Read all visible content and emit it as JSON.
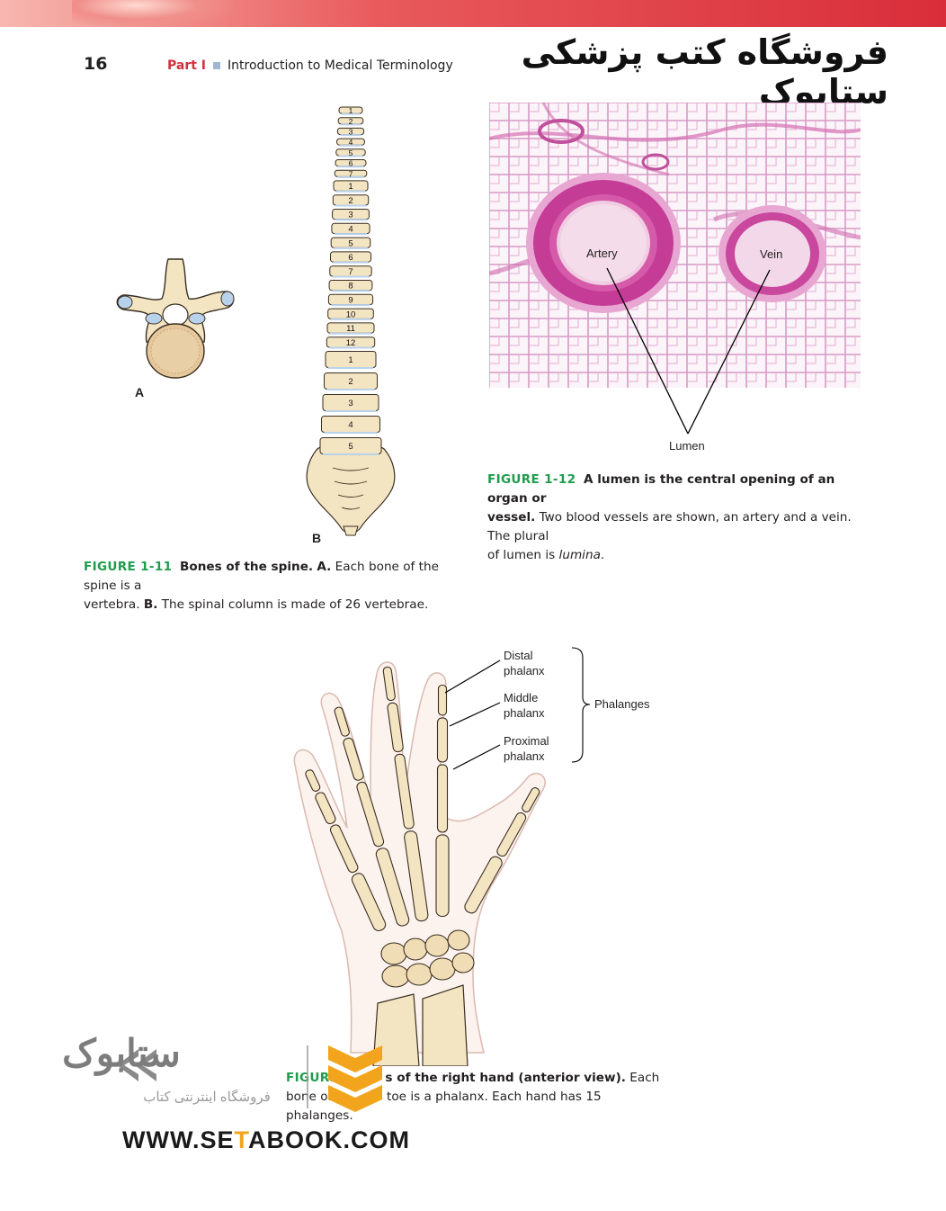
{
  "header": {
    "page_number": "16",
    "part": "Part I",
    "section": "Introduction to Medical Terminology",
    "store_title": "فروشگاه کتب پزشکی ستابوک"
  },
  "fig_1_11": {
    "label_a": "A",
    "label_b": "B",
    "vertebra_numbers": [
      "1",
      "2",
      "3",
      "4",
      "5",
      "6",
      "7",
      "1",
      "2",
      "3",
      "4",
      "5",
      "6",
      "7",
      "8",
      "9",
      "10",
      "11",
      "12",
      "1",
      "2",
      "3",
      "4",
      "5"
    ],
    "caption_num": "FIGURE 1-11",
    "caption_title": "Bones of the spine.",
    "caption_line1_a": "A.",
    "caption_line1_b": " Each bone of the spine is a",
    "caption_line2_a": "vertebra.",
    "caption_line2_b": "B.",
    "caption_line2_c": " The spinal column is made of 26 vertebrae."
  },
  "fig_1_12": {
    "artery_label": "Artery",
    "vein_label": "Vein",
    "lumen_label": "Lumen",
    "caption_num": "FIGURE 1-12",
    "caption_title_1": "A lumen is the central opening of an organ or",
    "caption_title_2": "vessel.",
    "caption_text_1": " Two blood vessels are shown, an artery and a vein. The plural",
    "caption_text_2a": "of lumen is ",
    "caption_text_2b": "lumina",
    "caption_text_2c": "."
  },
  "fig_1_13": {
    "distal_1": "Distal",
    "distal_2": "phalanx",
    "middle_1": "Middle",
    "middle_2": "phalanx",
    "proximal_1": "Proximal",
    "proximal_2": "phalanx",
    "group_label": "Phalanges",
    "caption_num": "FIGURE",
    "caption_title": "s of the right hand (anterior view).",
    "caption_text_1": " Each",
    "caption_text_2a": "bone of a",
    "caption_text_2b": "toe is a phalanx. Each hand has 15 phalanges."
  },
  "watermark": {
    "brand": "ستابوک",
    "tagline": "فروشگاه اینترنتی کتاب",
    "url_1": "WWW.SE",
    "url_2": "T",
    "url_3": "ABOOK.COM"
  },
  "colors": {
    "figure_green": "#1f9c4d",
    "part_red": "#d52e3c",
    "logo_orange": "#f2a51c",
    "bone": "#f3e4c2"
  }
}
